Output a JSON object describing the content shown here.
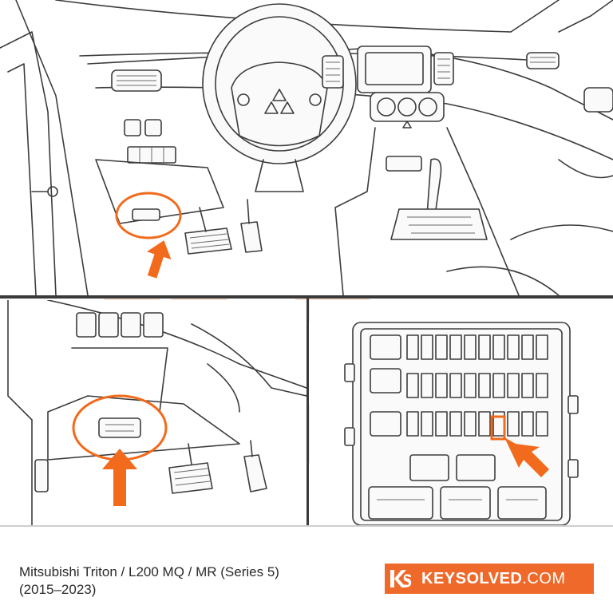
{
  "caption": {
    "line1": "Mitsubishi Triton / L200 MQ / MR (Series 5)",
    "line2": "(2015–2023)"
  },
  "brand": {
    "name_bold": "KEYSOLVED",
    "name_suffix": ".COM",
    "color": "#ef6a2a"
  },
  "colors": {
    "highlight": "#f26a1b",
    "line": "#3c3c3c"
  },
  "icons": [
    "mitsubishi-logo-icon",
    "obd-port-icon",
    "arrow-icon",
    "hazard-icon",
    "keysolved-logo-icon"
  ]
}
